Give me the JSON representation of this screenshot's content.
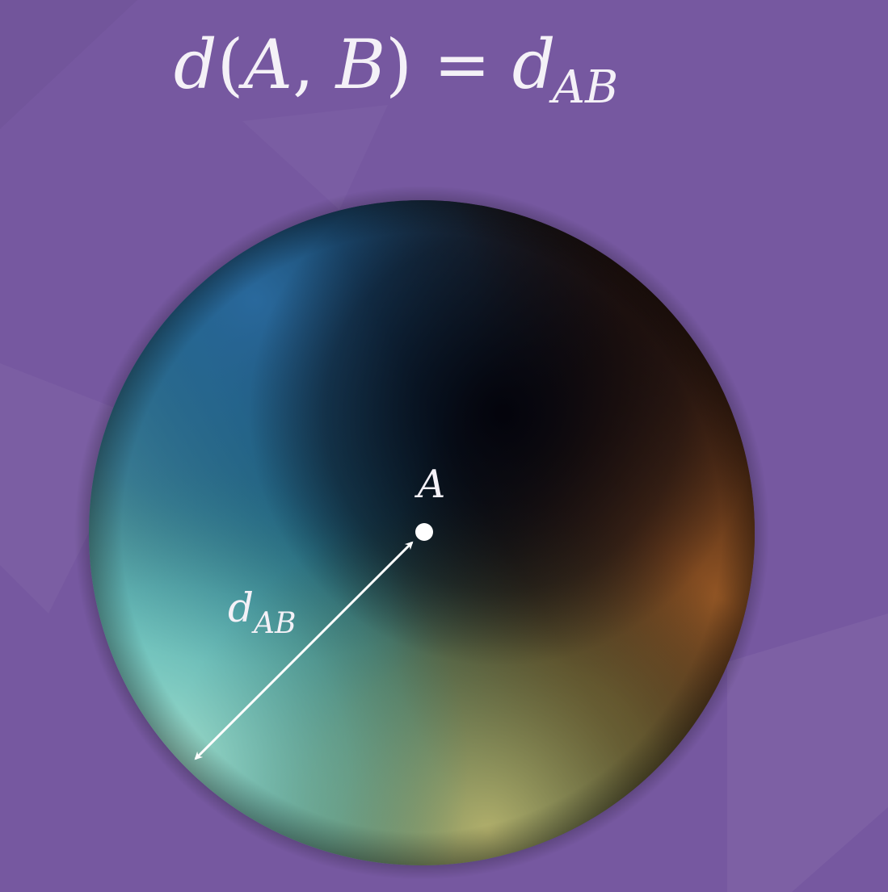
{
  "title": {
    "func": "d",
    "open_paren": "(",
    "arg1": "A",
    "comma": ",",
    "arg2": "B",
    "close_paren": ")",
    "equals": "=",
    "rhs": "d",
    "rhs_subscript": "AB"
  },
  "diagram": {
    "point_label": "A",
    "radius_label": "d",
    "radius_label_subscript": "AB"
  },
  "colors": {
    "background": "#7658a0",
    "text": "#f4f1f7",
    "sphere_dark": "#04040c",
    "sphere_teal": "#6fc6c4",
    "sphere_blue": "#1f5b90",
    "sphere_brown": "#8a5a2a",
    "sphere_olive": "#a6a05a"
  }
}
